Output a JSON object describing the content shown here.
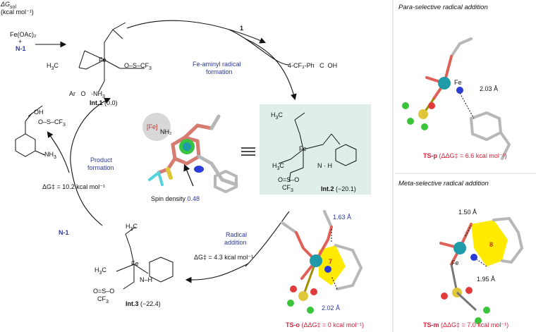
{
  "energy_label": "ΔG",
  "energy_sub": "sol",
  "energy_unit": "(kcal mol⁻¹)",
  "reagent_1": "Fe(OAc)₂",
  "reagent_plus": "+",
  "reagent_2": "N-1",
  "substrate": "1",
  "product_acid": "4-CF₃-Ph",
  "fe_aminyl_line1": "Fe-aminyl radical",
  "fe_aminyl_line2": "formation",
  "product_formation_line1": "Product",
  "product_formation_line2": "formation",
  "radical_addition_line1": "Radical",
  "radical_addition_line2": "addition",
  "n1_label": "N-1",
  "int1": {
    "name": "Int.1",
    "energy": "(0.0)"
  },
  "int2": {
    "name": "Int.2",
    "energy": "(−20.1)"
  },
  "int3": {
    "name": "Int.3",
    "energy": "(−22.4)"
  },
  "dg_product": "ΔG‡ = 10.2 kcal mol⁻¹",
  "dg_radical": "ΔG‡ = 4.3 kcal mol⁻¹",
  "spin_density_label": "Spin density",
  "spin_density_value": "0.48",
  "fe_box_label": "[Fe]",
  "nh2_label": "NH₂",
  "ts_o": {
    "name": "TS-o",
    "energy": "(ΔΔG‡ = 0 kcal mol⁻¹)",
    "d1": "1.63 Å",
    "d2": "2.02 Å",
    "ring": "7"
  },
  "para_title": "Para-selective radical addition",
  "ts_p": {
    "name": "TS-p",
    "energy": "(ΔΔG‡ = 6.6 kcal mol⁻¹)",
    "d1": "2.03 Å",
    "fe": "Fe"
  },
  "meta_title": "Meta-selective radical addition",
  "ts_m": {
    "name": "TS-m",
    "energy": "(ΔΔG‡ = 7.0 kcal mol⁻¹)",
    "d1": "1.50 Å",
    "d2": "1.95 Å",
    "ring": "8",
    "fe": "Fe"
  },
  "colors": {
    "blue": "#2b3a9b",
    "red": "#d6203a",
    "teal_box": "#dfeee9",
    "fe_ball": "#1f9aa8",
    "yellow": "#ffea00"
  }
}
